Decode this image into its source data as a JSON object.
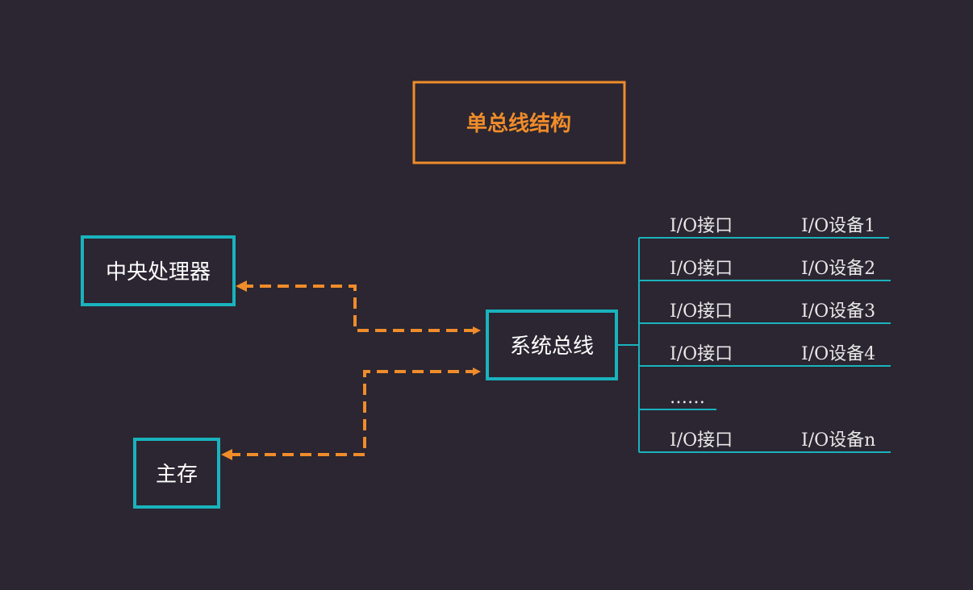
{
  "title": "单总线结构",
  "nodes": {
    "cpu": "中央处理器",
    "memory": "主存",
    "system_bus": "系统总线"
  },
  "io_rows": [
    {
      "interface": "I/O接口",
      "device": "I/O设备1"
    },
    {
      "interface": "I/O接口",
      "device": "I/O设备2"
    },
    {
      "interface": "I/O接口",
      "device": "I/O设备3"
    },
    {
      "interface": "I/O接口",
      "device": "I/O设备4"
    },
    {
      "interface": "……",
      "device": ""
    },
    {
      "interface": "I/O接口",
      "device": "I/O设备n"
    }
  ],
  "colors": {
    "background": "#2b2631",
    "title_accent": "#f08c2a",
    "box_border": "#19b3bd",
    "dashed_arrow": "#f08c2a",
    "bus_line": "#19b3bd"
  }
}
